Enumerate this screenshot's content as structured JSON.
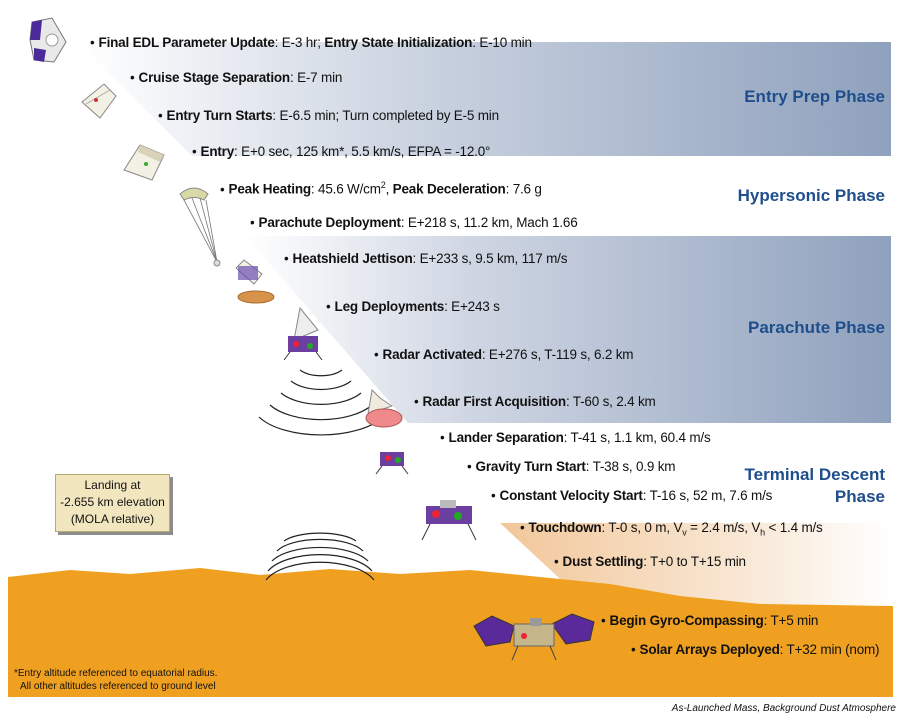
{
  "events": [
    {
      "label": "Final EDL Parameter Update",
      "detail": ": E-3 hr; ",
      "label2": "Entry State Initialization",
      "detail2": ": E-10 min"
    },
    {
      "label": "Cruise Stage Separation",
      "detail": ": E-7 min"
    },
    {
      "label": "Entry Turn Starts",
      "detail": ": E-6.5 min; Turn completed by E-5 min"
    },
    {
      "label": "Entry",
      "detail": ": E+0 sec, 125 km*, 5.5 km/s, EFPA = -12.0°"
    },
    {
      "label": "Peak Heating",
      "detail": ": 45.6 W/cm",
      "sup": "2",
      "detail_b": ", ",
      "label2": "Peak Deceleration",
      "detail2": ": 7.6 g"
    },
    {
      "label": "Parachute Deployment",
      "detail": ": E+218 s, 11.2 km, Mach 1.66"
    },
    {
      "label": "Heatshield Jettison",
      "detail": ": E+233 s, 9.5 km, 117 m/s"
    },
    {
      "label": "Leg Deployments",
      "detail": ": E+243 s"
    },
    {
      "label": "Radar Activated",
      "detail": ": E+276 s, T-119 s, 6.2 km"
    },
    {
      "label": "Radar First Acquisition",
      "detail": ": T-60 s, 2.4 km"
    },
    {
      "label": "Lander Separation",
      "detail": ": T-41 s, 1.1 km, 60.4 m/s"
    },
    {
      "label": "Gravity Turn Start",
      "detail": ": T-38 s, 0.9 km"
    },
    {
      "label": "Constant Velocity Start",
      "detail": ": T-16 s, 52 m, 7.6 m/s"
    },
    {
      "label": "Touchdown",
      "detail": ": T-0 s, 0 m, V",
      "sub": "v",
      "detail_b": " = 2.4 m/s, V",
      "sub2": "h",
      "detail_c": " < 1.4 m/s"
    },
    {
      "label": "Dust Settling",
      "detail": ": T+0 to T+15 min"
    },
    {
      "label": "Begin Gyro-Compassing",
      "detail": ": T+5 min"
    },
    {
      "label": "Solar Arrays Deployed",
      "detail": ": T+32 min (nom)"
    }
  ],
  "phases": {
    "entry_prep": "Entry Prep Phase",
    "hypersonic": "Hypersonic Phase",
    "parachute": "Parachute Phase",
    "terminal_1": "Terminal Descent",
    "terminal_2": "Phase"
  },
  "landing_box": {
    "line1": "Landing at",
    "line2": "-2.655 km elevation",
    "line3": "(MOLA relative)"
  },
  "footnote": {
    "line1": "*Entry altitude referenced to equatorial radius.",
    "line2": "All other altitudes referenced to ground level"
  },
  "caption": "As-Launched Mass, Background Dust Atmosphere",
  "colors": {
    "phase_text": "#1f4e8c",
    "ground": "#f0a021",
    "entry_band": "#8fa1bd",
    "terminal_band": "#e9b887"
  }
}
